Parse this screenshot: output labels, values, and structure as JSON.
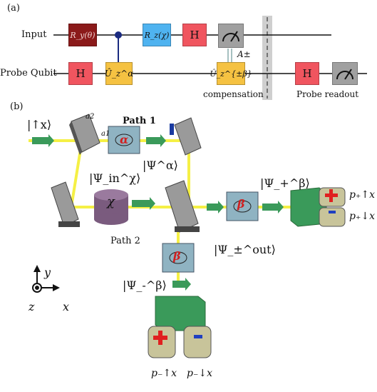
{
  "panel_a": {
    "label": "(a)",
    "wire_labels": {
      "input": "Input",
      "probe": "Probe Qubit"
    },
    "gates": {
      "ry": "R_y(θ)",
      "rz": "R_z(χ)",
      "h_input": "H",
      "h_probe": "H",
      "uz_alpha": "Û_z^α",
      "uz_comp": "Û_z^{±β}",
      "h_readout": "H"
    },
    "measurement_outcome": "A±",
    "compensation_label": "compensation",
    "probe_readout_label": "Probe readout",
    "colors": {
      "ry": "#8b1a1a",
      "h": "#f0555f",
      "rz": "#4fb3f0",
      "u": "#f5c242",
      "meter": "#a0a0a0",
      "dashed_band": "#c8c8c8"
    }
  },
  "panel_b": {
    "label": "(b)",
    "states": {
      "up_x": "|↑x⟩",
      "psi_in": "|Ψ_in^χ⟩",
      "psi_alpha": "|Ψ^α⟩",
      "psi_plus": "|Ψ_+^β⟩",
      "psi_out": "|Ψ_±^out⟩",
      "psi_minus": "|Ψ_-^β⟩"
    },
    "path_labels": {
      "path1": "Path 1",
      "path2": "Path 2"
    },
    "box_labels": {
      "alpha": "α",
      "chi": "χ",
      "beta_top": "β",
      "beta_bottom": "β"
    },
    "analyzer_labels": {
      "a1": "a1",
      "a2": "a2"
    },
    "detector_labels": {
      "p_plus_up": "p₊↑x",
      "p_plus_down": "p₊↓x",
      "p_minus_up": "p₋↑x",
      "p_minus_down": "p₋↓x"
    },
    "axes": {
      "x": "x",
      "y": "y",
      "z": "z"
    },
    "colors": {
      "beam": "#f5f045",
      "cube": "#8fb3c2",
      "chi_cyl": "#7a5b7e",
      "detector": "#3a9a5a",
      "plus": "#e02020",
      "minus": "#2040c0"
    }
  }
}
